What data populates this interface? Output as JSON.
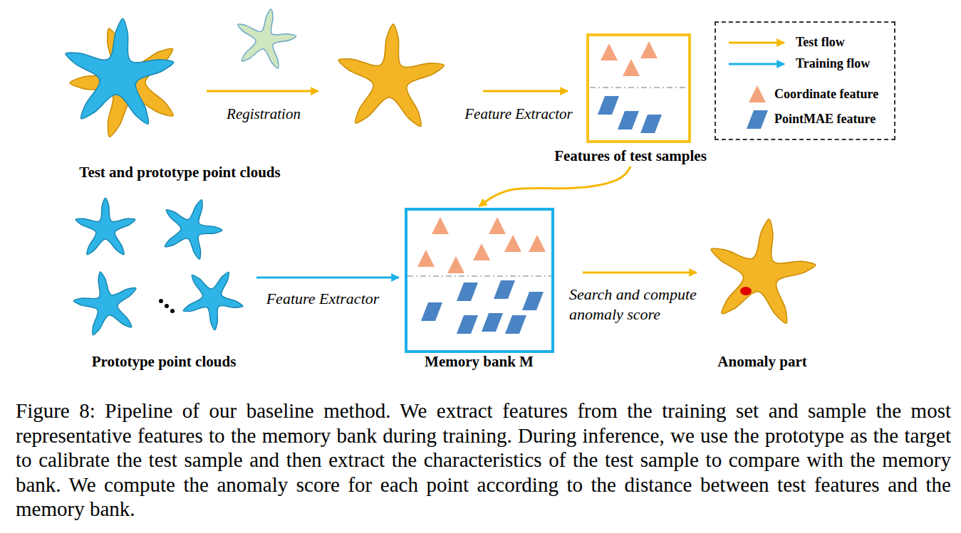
{
  "diagram": {
    "caption": "Figure 8: Pipeline of our baseline method. We extract features from the training set and sample the most representative features to the memory bank during training. During inference, we use the prototype as the target to calibrate the test sample and then extract the characteristics of the test sample to compare with the memory bank. We compute the anomaly score for each point according to the distance between test features and the memory bank.",
    "nodes": [
      {
        "text": [
          "Test and prototype point clouds"
        ]
      },
      {
        "text": [
          "Features of test samples"
        ]
      },
      {
        "text": [
          "Prototype point clouds"
        ]
      },
      {
        "text": [
          "Memory bank M"
        ]
      },
      {
        "text": [
          "Anomaly part"
        ]
      }
    ],
    "edges": [
      {
        "from": 1,
        "to": 3,
        "arrow": "to"
      },
      {
        "from": 2,
        "to": 3,
        "label": "Feature Extractor",
        "arrow": "to"
      },
      {
        "from": 3,
        "to": 4,
        "label": "Search and compute anomaly score",
        "arrow": "to"
      }
    ],
    "labels": [
      "Registration",
      "Feature Extractor"
    ],
    "legend": [
      {
        "text": "Test flow"
      },
      {
        "text": "Training flow"
      },
      {
        "text": "Coordinate feature"
      },
      {
        "text": "PointMAE feature"
      }
    ]
  }
}
